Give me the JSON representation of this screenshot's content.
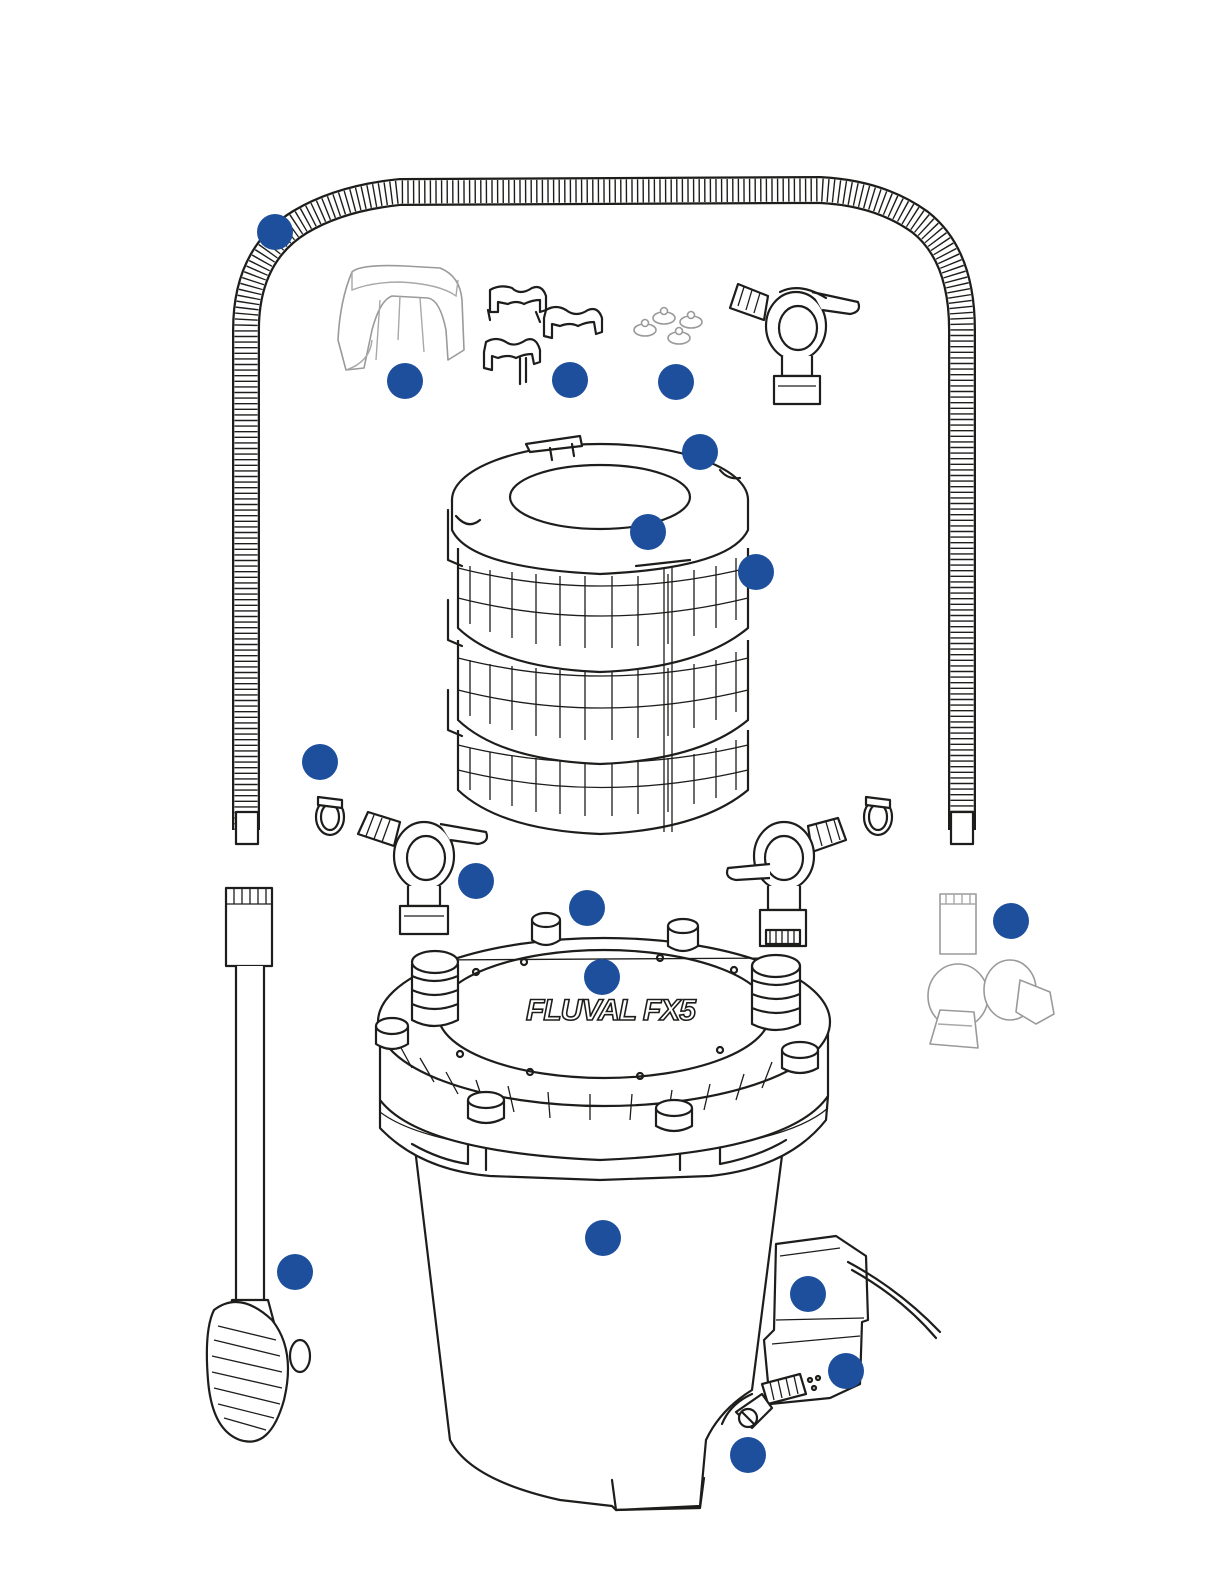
{
  "brand_logo": "FLUVAL FX5",
  "colors": {
    "marker": "#1e4f9c",
    "line": "#1d1d1b",
    "faint_line": "#9a9a9a",
    "background": "#ffffff"
  },
  "parts": [
    {
      "name": "ribbed-hose"
    },
    {
      "name": "hose-guide"
    },
    {
      "name": "mounting-clamps"
    },
    {
      "name": "suction-cups"
    },
    {
      "name": "outlet-valve-top"
    },
    {
      "name": "basket-handle"
    },
    {
      "name": "basket-lid-ring"
    },
    {
      "name": "media-basket-stack"
    },
    {
      "name": "hose-clamp"
    },
    {
      "name": "valve-left"
    },
    {
      "name": "lid-nut"
    },
    {
      "name": "filter-lid"
    },
    {
      "name": "output-nozzle"
    },
    {
      "name": "intake-strainer"
    },
    {
      "name": "canister-body"
    },
    {
      "name": "motor-housing"
    },
    {
      "name": "power-cord-connector"
    },
    {
      "name": "drain-valve"
    }
  ]
}
